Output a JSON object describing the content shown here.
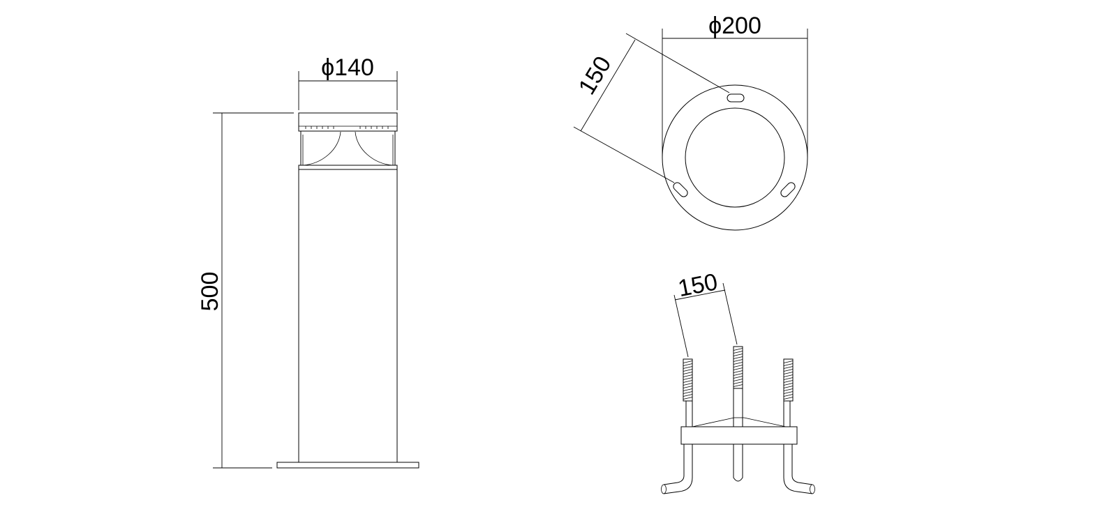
{
  "dimensions": {
    "bollard_diameter": "ϕ140",
    "bollard_height": "500",
    "flange_diameter": "ϕ200",
    "flange_hole_spacing": "150",
    "bolt_spacing": "150"
  }
}
